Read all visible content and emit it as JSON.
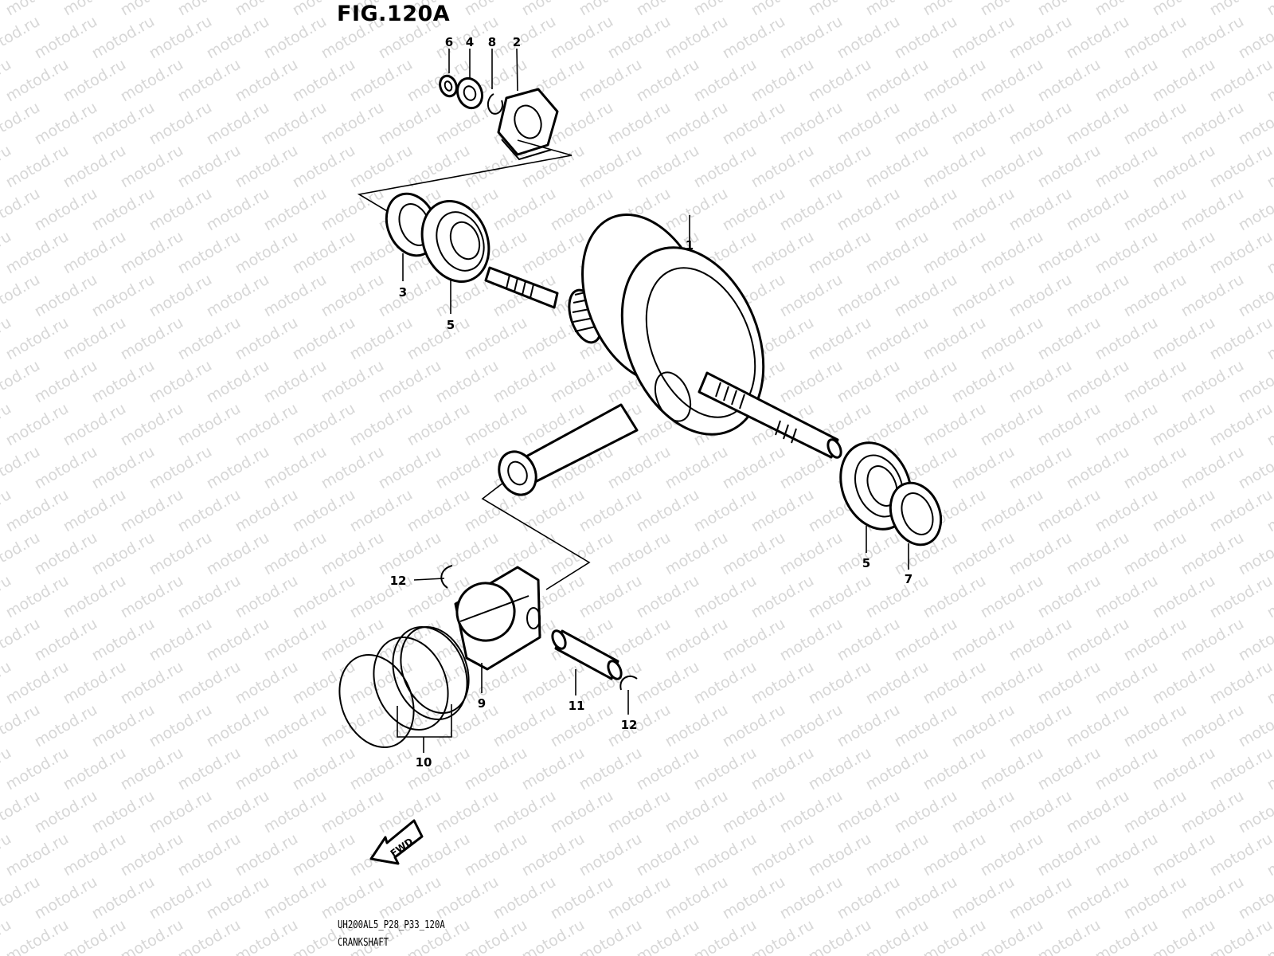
{
  "figure_title": "FIG.120A",
  "watermark_text": "motod.ru",
  "diagram_code": "UH200AL5_P28_P33_120A",
  "diagram_name": "CRANKSHAFT",
  "fwd_label": "FWD",
  "callouts": {
    "c1": "1",
    "c2": "2",
    "c3": "3",
    "c4": "4",
    "c5a": "5",
    "c5b": "5",
    "c6": "6",
    "c7": "7",
    "c8": "8",
    "c9": "9",
    "c10": "10",
    "c11": "11",
    "c12a": "12",
    "c12b": "12"
  },
  "colors": {
    "line": "#000000",
    "watermark": "#d7d7d7",
    "background": "#ffffff"
  }
}
